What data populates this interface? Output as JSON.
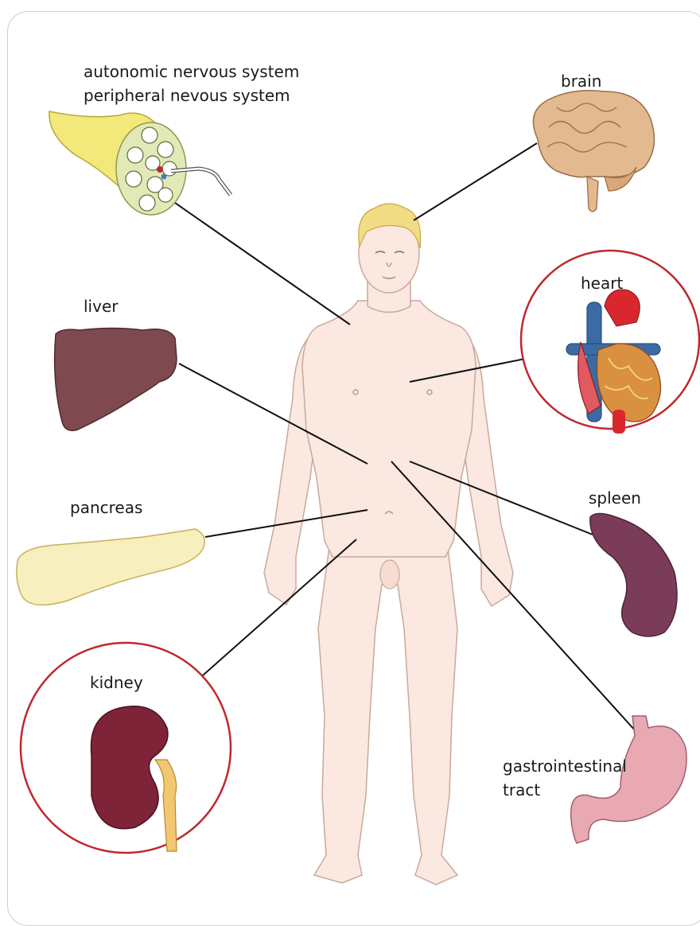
{
  "labels": {
    "autonomic": "autonomic nervous system",
    "peripheral": "peripheral nevous system",
    "brain": "brain",
    "heart": "heart",
    "liver": "liver",
    "spleen": "spleen",
    "pancreas": "pancreas",
    "kidney": "kidney",
    "gastro_1": "gastrointestinal",
    "gastro_2": "tract"
  },
  "colors": {
    "skin": "#fbe8e0",
    "skin_outline": "#c9a99b",
    "hair": "#f2dc84",
    "connector": "#111111",
    "highlight_circle": "#c0272d",
    "liver": "#7e4a4f",
    "spleen": "#7b3c5a",
    "kidney": "#7e2338",
    "pancreas": "#f8efbe",
    "stomach": "#e8a9b3",
    "brain": "#e3b98f",
    "nerve": "#f3e87a"
  }
}
